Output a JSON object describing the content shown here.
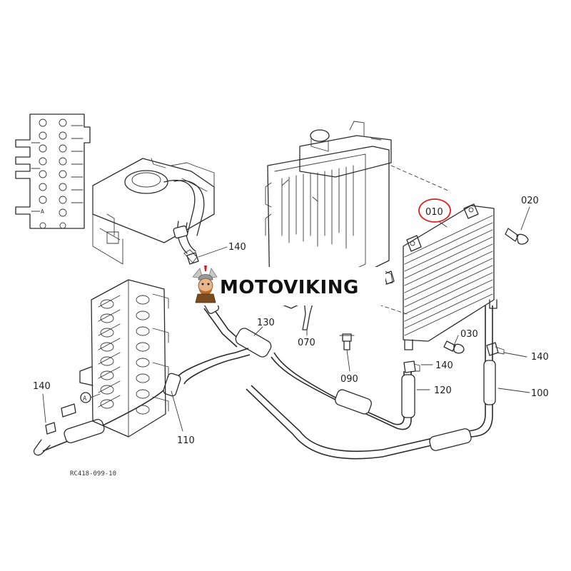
{
  "watermark": {
    "text": "MOTOVIKING",
    "logo_icon": "viking-mascot-icon"
  },
  "drawing_ref": "RC418-099-10",
  "highlight_color": "#e02020",
  "connector_marker": "A",
  "callouts": {
    "p010": "010",
    "p020": "020",
    "p030": "030",
    "p070": "070",
    "p090": "090",
    "p100": "100",
    "p110": "110",
    "p120": "120",
    "p130": "130",
    "p140": "140"
  }
}
